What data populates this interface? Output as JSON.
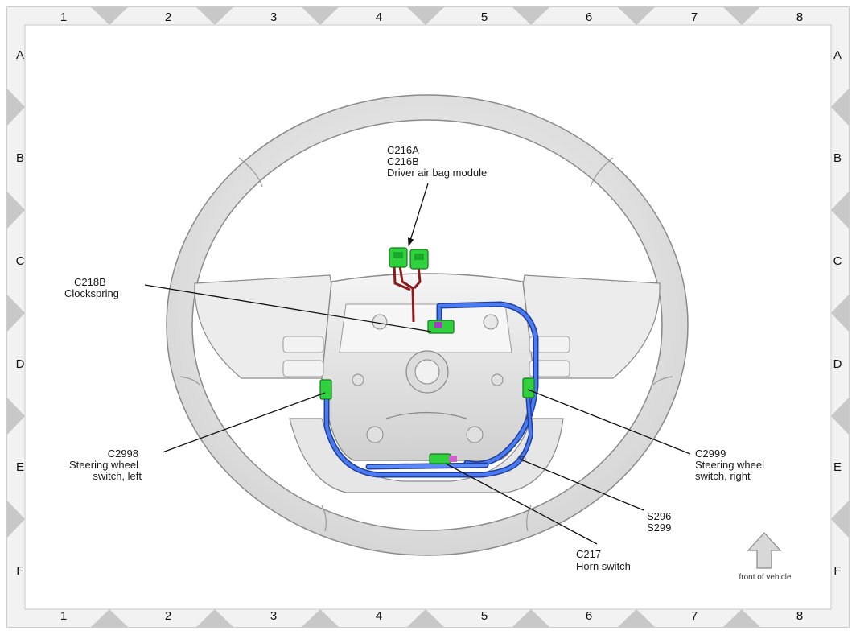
{
  "grid": {
    "columns": [
      "1",
      "2",
      "3",
      "4",
      "5",
      "6",
      "7",
      "8"
    ],
    "rows": [
      "A",
      "B",
      "C",
      "D",
      "E",
      "F"
    ]
  },
  "callouts": {
    "airbag": {
      "line1": "C216A",
      "line2": "C216B",
      "line3": "Driver air bag module"
    },
    "clockspring": {
      "line1": "C218B",
      "line2": "Clockspring"
    },
    "switch_left": {
      "line1": "C2998",
      "line2": "Steering wheel",
      "line3": "switch, left"
    },
    "switch_right": {
      "line1": "C2999",
      "line2": "Steering wheel",
      "line3": "switch, right"
    },
    "splice": {
      "line1": "S296",
      "line2": "S299"
    },
    "horn": {
      "line1": "C217",
      "line2": "Horn switch"
    }
  },
  "orientation": {
    "label": "front of vehicle"
  },
  "colors": {
    "harness_blue": "#2f5fd6",
    "harness_red": "#8b1a1a",
    "connector_green": "#2fd13c",
    "wheel_gray": "#e4e4e4"
  }
}
